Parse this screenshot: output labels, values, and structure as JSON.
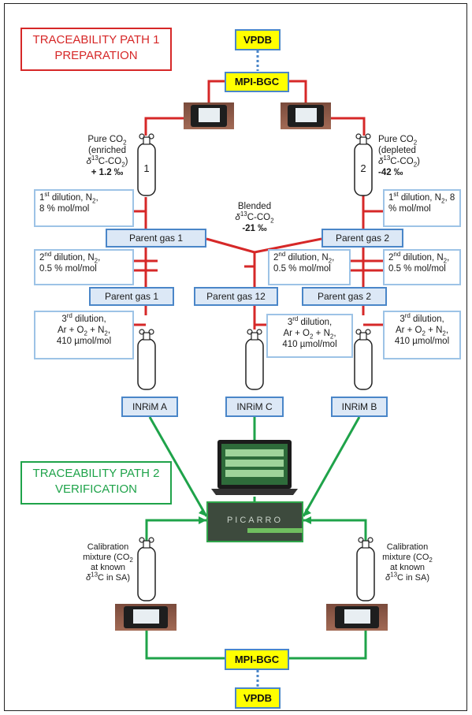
{
  "path1": {
    "line1": "TRACEABILITY PATH 1",
    "line2": "PREPARATION"
  },
  "path2": {
    "line1": "TRACEABILITY PATH 2",
    "line2": "VERIFICATION"
  },
  "vpdb_top": "VPDB",
  "mpi_top": "MPI-BGC",
  "mpi_bottom": "MPI-BGC",
  "vpdb_bottom": "VPDB",
  "cyl1": {
    "number": "1",
    "l1": "Pure CO",
    "l2": "(enriched",
    "l3_pre": "δ",
    "l3_post": "C-CO",
    "l3_end": ")",
    "value": "+ 1.2 ‰"
  },
  "cyl2": {
    "number": "2",
    "l1": "Pure CO",
    "l2": "(depleted",
    "l3_pre": "δ",
    "l3_post": "C-CO",
    "l3_end": ")",
    "value": "-42 ‰"
  },
  "blended": {
    "l1": "Blended",
    "l2_pre": "δ",
    "l2_post": "C-CO",
    "value": "-21 ‰"
  },
  "sup13": "13",
  "sub2": "2",
  "dil1_left": {
    "pre": "1",
    "sup": "st",
    "post": " dilution, N",
    "l2": "8 % mol/mol"
  },
  "dil1_right": {
    "pre": "1",
    "sup": "st",
    "post": " dilution, N",
    "sep": ", 8",
    "l2": "% mol/mol"
  },
  "dil2": {
    "pre": "2",
    "sup": "nd",
    "post": " dilution, N",
    "l2": "0.5 % mol/mol"
  },
  "dil3": {
    "pre": "3",
    "sup": "rd",
    "post": " dilution,",
    "l2a": "Ar + O",
    "l2b": " + O",
    "l2c": " + N",
    "l3": "410 µmol/mol"
  },
  "parent": {
    "p1a": "Parent gas 1",
    "p2a": "Parent gas 2",
    "p1b": "Parent gas 1",
    "p12": "Parent gas 12",
    "p2b": "Parent gas 2"
  },
  "inrim": {
    "a": "INRiM A",
    "c": "INRiM C",
    "b": "INRiM B"
  },
  "picarro": "PICARRO",
  "calib": {
    "l1": "Calibration",
    "l2": "mixture (CO",
    "l3": "at known",
    "l4_pre": "δ",
    "l4_post": "C in SA)"
  },
  "colors": {
    "red": "#d62828",
    "green": "#1fa34a",
    "blue_border": "#4a86c8",
    "yellow": "#ffff00",
    "note_border": "#9dc3e6"
  }
}
